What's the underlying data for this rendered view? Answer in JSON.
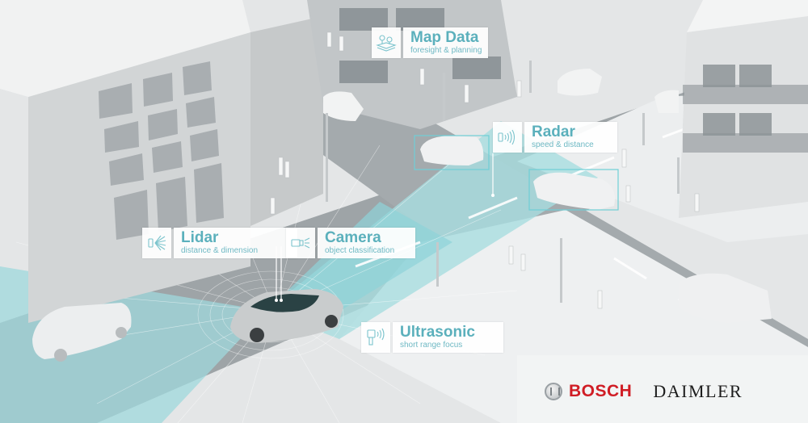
{
  "scene": {
    "description": "Autonomous vehicle sensor illustration: self-driving car at city intersection with sensor coverage beams",
    "accent_color": "#5bb0bc",
    "beam_color": "#8fd3d8"
  },
  "labels": [
    {
      "id": "map-data",
      "icon": "map-pin-icon",
      "title": "Map Data",
      "subtitle": "foresight & planning"
    },
    {
      "id": "radar",
      "icon": "radar-waves-icon",
      "title": "Radar",
      "subtitle": "speed & distance"
    },
    {
      "id": "lidar",
      "icon": "lidar-burst-icon",
      "title": "Lidar",
      "subtitle": "distance & dimension"
    },
    {
      "id": "camera",
      "icon": "camera-icon",
      "title": "Camera",
      "subtitle": "object classification"
    },
    {
      "id": "ultrasonic",
      "icon": "ultrasonic-sensor-icon",
      "title": "Ultrasonic",
      "subtitle": "short range focus"
    }
  ],
  "logos": {
    "bosch": "BOSCH",
    "daimler": "DAIMLER",
    "bosch_color": "#d01d25"
  }
}
